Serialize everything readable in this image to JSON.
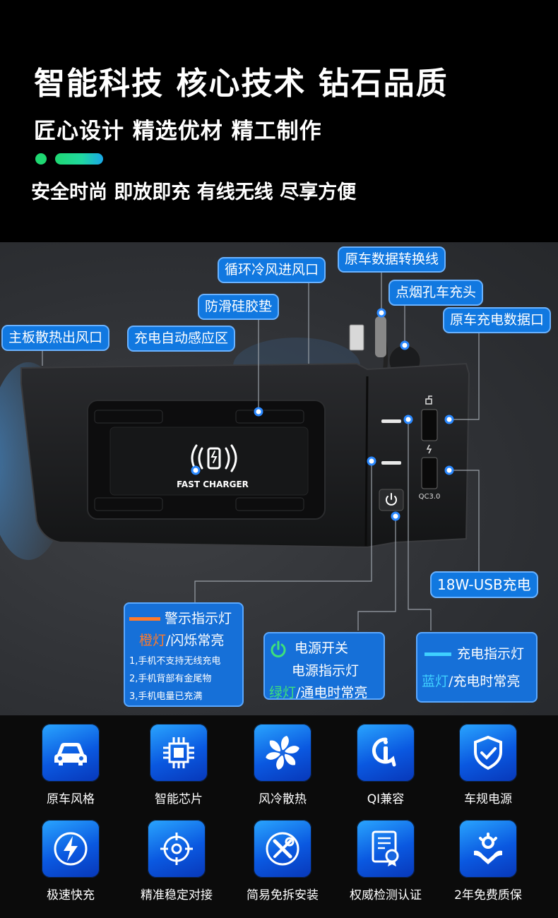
{
  "hero": {
    "title": "智能科技 核心技术 钻石品质",
    "subtitle": "匠心设计 精选优材 精工制作",
    "tagline": "安全时尚 即放即充 有线无线  尽享方便"
  },
  "product": {
    "pad_label": "FAST CHARGER",
    "qc_label": "QC3.0",
    "callouts": {
      "main_board_vent": "主板散热出风口",
      "auto_sense": "充电自动感应区",
      "anti_slip": "防滑硅胶垫",
      "cool_air_inlet": "循环冷风进风口",
      "data_cable": "原车数据转换线",
      "cigarette_plug": "点烟孔车充头",
      "charge_port": "原车充电数据口",
      "usb_18w": "18W-USB充电"
    },
    "warning_box": {
      "title": "警示指示灯",
      "state_color": "橙灯",
      "state_text": "/闪烁常亮",
      "reasons": [
        "1,手机不支持无线充电",
        "2,手机背部有金尾物",
        "3,手机电量已充满"
      ]
    },
    "power_box": {
      "title": "电源开关",
      "subtitle": "电源指示灯",
      "state_color": "绿灯",
      "state_text": "/通电时常亮"
    },
    "charge_box": {
      "title": "充电指示灯",
      "state_color": "蓝灯",
      "state_text": "/充电时常亮"
    }
  },
  "features": [
    {
      "label": "原车风格",
      "icon": "car-icon"
    },
    {
      "label": "智能芯片",
      "icon": "chip-icon"
    },
    {
      "label": "风冷散热",
      "icon": "fan-icon"
    },
    {
      "label": "QI兼容",
      "icon": "qi-icon"
    },
    {
      "label": "车规电源",
      "icon": "shield-check-icon"
    },
    {
      "label": "极速快充",
      "icon": "lightning-icon"
    },
    {
      "label": "精准稳定对接",
      "icon": "target-icon"
    },
    {
      "label": "简易免拆安装",
      "icon": "tools-icon"
    },
    {
      "label": "权威检测认证",
      "icon": "certificate-icon"
    },
    {
      "label": "2年免费质保",
      "icon": "warranty-icon"
    }
  ],
  "colors": {
    "accent_blue": "#1178e0",
    "indicator_orange": "#ff7a2a",
    "indicator_green": "#3ee07a",
    "indicator_cyan": "#3fd0ff"
  }
}
